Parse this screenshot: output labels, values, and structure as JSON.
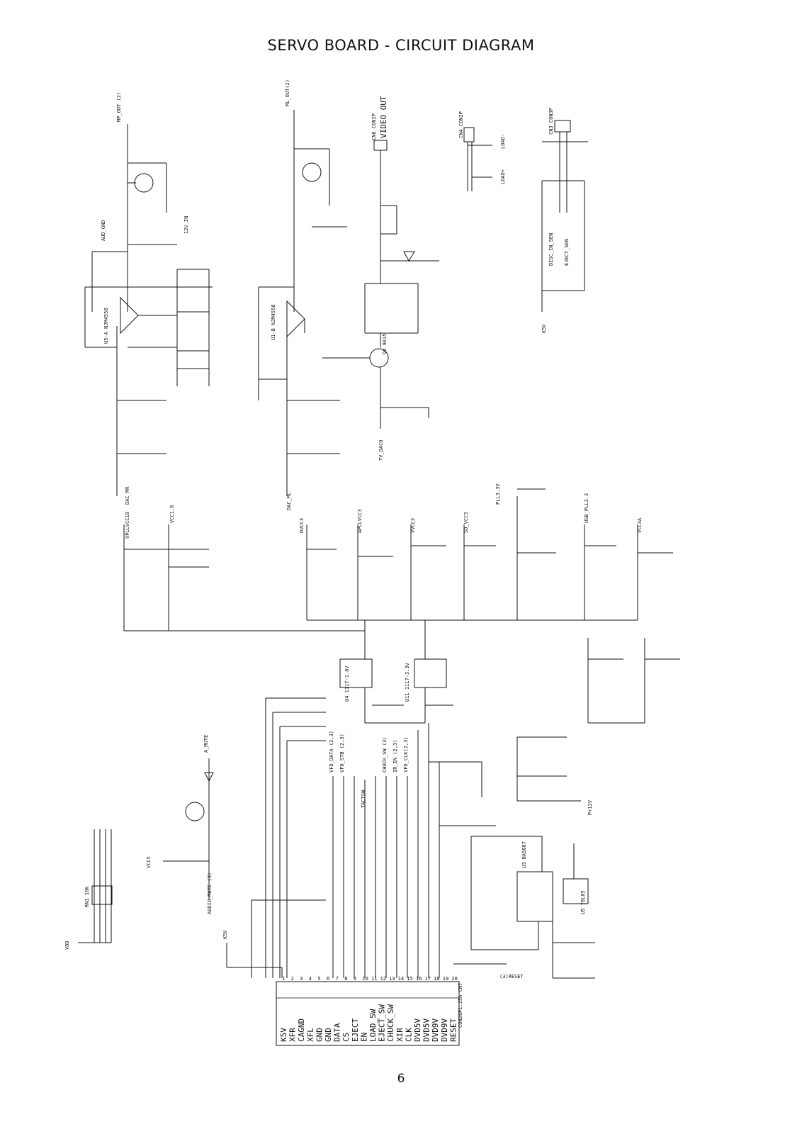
{
  "title": "SERVO BOARD - CIRCUIT DIAGRAM",
  "page_number": "6",
  "labels": {
    "video_out": "VIDEO OUT",
    "mp_out": "MP_OUT (2)",
    "ml_out": "ML_OUT(2)",
    "aud_gnd": "AUD_GND",
    "v12_in": "12V_IN",
    "vcc5": "VCC5",
    "vdd": "VDD",
    "k5v": "K5V",
    "reset": "(3)RESET",
    "pvcc": "P+12V",
    "dac_mr": "DAC_MR",
    "dac_ml": "DAC_ML",
    "tv_daco": "TV_DACO",
    "u5a": "U5-A NJM4558",
    "u1b": "U1-B NJM4558",
    "q6": "Q6 9015",
    "u4": "U4 1117-1.8V",
    "u11": "U11 1117-3.3V",
    "u3": "U3 BA5887",
    "u5": "U5 78L05",
    "cn7": "CON20P1.25A CN7",
    "cn4": "CN4 CON2P",
    "cn3": "CN3 CON3P",
    "cn8": "CN8 CON2P",
    "pll33": "PLL3.3V",
    "usb_pll33": "USB_PLL3.3",
    "vcc18": "VCC1.8",
    "vpllvcc18": "VPLLVCC18",
    "dvcc3": "DVCC3",
    "apllvcc3": "APLLVCC3",
    "vvcc3": "VVCC3",
    "sd_vcc3": "SD_VCC3",
    "vcc3a": "VCC3A",
    "load_p": "LOAD+",
    "load_m": "LOAD-",
    "disc_in_sen": "DISC_IN_SEN",
    "eject_sen": "EJECT_SEN",
    "audio_mute": "AUDIO_MUTE (3)",
    "a_mute": "A_MUTE",
    "rn1": "RN1 10K",
    "tact": "TACTSW",
    "vfd_data": "VFD_DATA (2,3)",
    "vfd_stb": "VFD_STB (2,3)",
    "vfd_clk": "VFD_CLK(2,3)",
    "ir_in": "IR_IN (2,3)",
    "chuck_sw": "CHUCK_SW (3)"
  },
  "connector_pins": [
    "K5V",
    "XFR",
    "CAGND",
    "XFL",
    "GND",
    "GND",
    "DATA",
    "CS",
    "EJECT",
    "EN",
    "LOAD_SW",
    "EJECT_SW",
    "CHUCK_SW",
    "XIR",
    "CLK",
    "DVD5V",
    "DVD5V",
    "DVD9V",
    "DVD9V",
    "RESET"
  ]
}
